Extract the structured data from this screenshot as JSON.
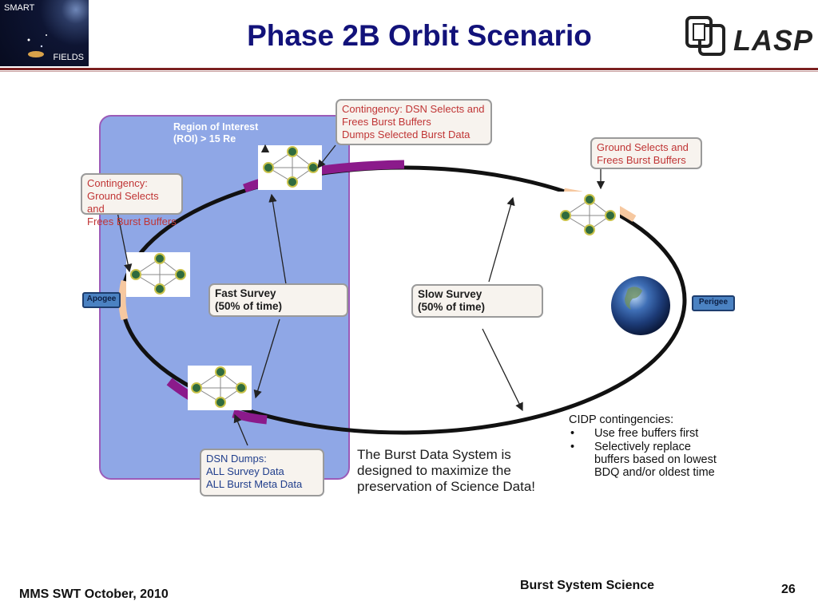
{
  "header": {
    "title": "Phase 2B Orbit Scenario",
    "logo_left_top": "SMART",
    "logo_left_bottom": "FIELDS",
    "logo_right": "LASP"
  },
  "diagram": {
    "roi_label_line1": "Region of Interest",
    "roi_label_line2": "(ROI) > 15 Re",
    "contingency_dsn": [
      "Contingency: DSN Selects and",
      "Frees Burst Buffers",
      "Dumps Selected Burst Data"
    ],
    "contingency_ground": [
      "Contingency:",
      "Ground Selects and",
      "Frees Burst Buffers"
    ],
    "ground_selects": [
      "Ground Selects and",
      "Frees Burst Buffers"
    ],
    "fast_survey": [
      "Fast  Survey",
      "(50% of time)"
    ],
    "slow_survey": [
      "Slow Survey",
      "(50% of time)"
    ],
    "dsn_dumps": [
      "DSN Dumps:",
      "ALL Survey Data",
      "ALL Burst Meta Data"
    ],
    "apogee": "Apogee",
    "perigee": "Perigee",
    "statement": [
      "The Burst Data System is",
      "designed to maximize the",
      "preservation of Science Data!"
    ],
    "cidp_title": "CIDP contingencies:",
    "cidp_items": [
      "Use free buffers first",
      "Selectively replace buffers based on lowest BDQ and/or oldest time"
    ]
  },
  "footer": {
    "left": "MMS SWT October, 2010",
    "center": "Burst System Science",
    "page": "26"
  },
  "colors": {
    "title": "#12127a",
    "roi_fill": "#8fa7e6",
    "roi_border": "#9b5bb8",
    "orbit": "#111111",
    "burst_segment": "#8b1a8b",
    "apogee_perigee_band": "#f6c8a0",
    "tag_fill": "#4b82c2",
    "contingency_text": "#c03535"
  }
}
